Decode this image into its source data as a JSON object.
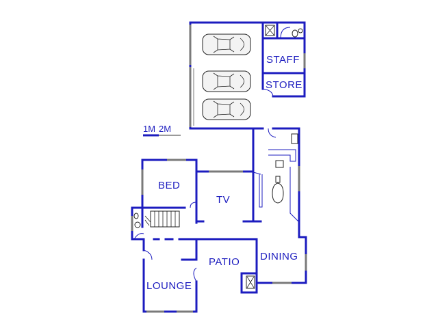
{
  "scale": {
    "label_1": "1M",
    "label_2": "2M"
  },
  "rooms": {
    "staff": "STAFF",
    "store": "STORE",
    "bed": "BED",
    "tv": "TV",
    "patio": "PATIO",
    "dining": "DINING",
    "lounge": "LOUNGE"
  },
  "garage": {
    "car_count": 3
  },
  "colors": {
    "wall": "#1c1cbf",
    "window": "#7a7a7a",
    "background": "#ffffff"
  }
}
